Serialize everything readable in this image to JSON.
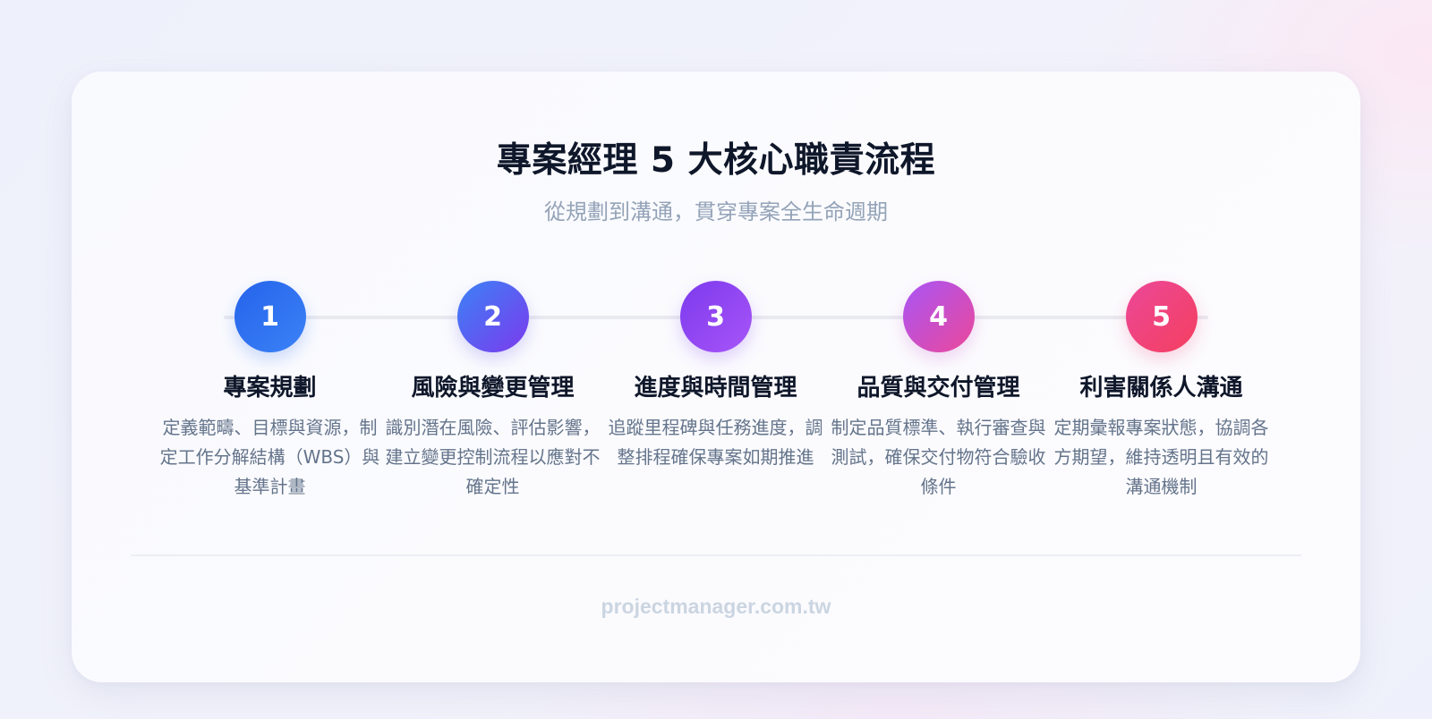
{
  "header": {
    "title": "專案經理 5 大核心職責流程",
    "subtitle": "從規劃到溝通，貫穿專案全生命週期"
  },
  "steps": [
    {
      "number": "1",
      "title": "專案規劃",
      "description": "定義範疇、目標與資源，制定工作分解結構（WBS）與基準計畫",
      "color_from": "#2563eb",
      "color_to": "#3b82f6"
    },
    {
      "number": "2",
      "title": "風險與變更管理",
      "description": "識別潛在風險、評估影響，建立變更控制流程以應對不確定性",
      "color_from": "#3b82f6",
      "color_to": "#7c3aed"
    },
    {
      "number": "3",
      "title": "進度與時間管理",
      "description": "追蹤里程碑與任務進度，調整排程確保專案如期推進",
      "color_from": "#7c3aed",
      "color_to": "#a855f7"
    },
    {
      "number": "4",
      "title": "品質與交付管理",
      "description": "制定品質標準、執行審查與測試，確保交付物符合驗收條件",
      "color_from": "#a855f7",
      "color_to": "#ec4899"
    },
    {
      "number": "5",
      "title": "利害關係人溝通",
      "description": "定期彙報專案狀態，協調各方期望，維持透明且有效的溝通機制",
      "color_from": "#ec4899",
      "color_to": "#f43f5e"
    }
  ],
  "footer": {
    "site": "projectmanager.com.tw"
  }
}
